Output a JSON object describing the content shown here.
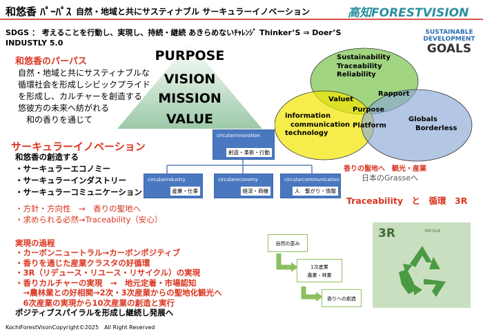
{
  "header": {
    "title": "和悠香 ﾊﾟｰﾊﾟｽ",
    "subtitle": "自然・地域と共にサスティナブル サーキュラーイノベーション",
    "brand": "高知FORESTVISION"
  },
  "sdgs": {
    "line1": "SDGS ： 考えることを行動し、実現し、持続・継続 あきらめないﾁｬﾚﾝｼﾞ Thinker’S ⇒ Doer’S",
    "line2": "INDUSTLY 5.0",
    "logo_line1": "SUSTAINABLE",
    "logo_line2": "DEVELOPMENT",
    "logo_goals": "GOALS"
  },
  "purpose_section": {
    "heading": "和悠香のパーパス",
    "lines": [
      "自然・地域と共にサスティナブルな",
      "循環社会を形成しシビックプライド",
      "を形成し、カルチャーを創造する",
      "悠彼方の未来へ紡がれる",
      "　和の香りを通じて"
    ]
  },
  "pyramid": {
    "levels": [
      "PURPOSE",
      "VISION",
      "MISSION",
      "VALUE"
    ]
  },
  "innovation": {
    "heading": "サーキュラーイノベーション",
    "subheading": "和悠香の創造する",
    "items": [
      "・サーキュラーエコノミー",
      "・サーキュラーインダストリー",
      "・サーキュラーコミュニケーション"
    ]
  },
  "policy": {
    "lines": [
      "・方針・方向性　→　香りの聖地へ",
      "・求められる必然→Traceability（安心）"
    ]
  },
  "process": {
    "heading": "実現の過程",
    "lines": [
      {
        "text": "・カーボンニュートラル→カーボンポジティブ",
        "red": true
      },
      {
        "text": "・香りを通じた産業クラスタの好循環",
        "red": true
      },
      {
        "text": "・3R（リデュース・リユース・リサイクル）の実現",
        "red": true
      },
      {
        "text": "・香りカルチャーの実現　→　地元定着・市場認知",
        "red": true
      },
      {
        "text": "　→農林業との好相関→2次・3次産業からの聖地化観光へ",
        "red": true
      },
      {
        "text": "　6次産業の実現から10次産業の創造と実行",
        "red": true
      },
      {
        "text": "ポジティブスパイラルを形成し継続し発展へ",
        "red": false
      }
    ]
  },
  "org_chart": {
    "root": {
      "label": "circularinnovation",
      "tag": "創造・革新・行動"
    },
    "children": [
      {
        "label": "circularindustry",
        "tag": "産業・仕事"
      },
      {
        "label": "circulareconomy",
        "tag": "経済・商機"
      },
      {
        "label": "circularcommunication",
        "tag": "人　繋がり・情報"
      }
    ]
  },
  "venn": {
    "top": [
      "Sustainability",
      "Traceability",
      "Reliability"
    ],
    "left": [
      "information",
      "communication",
      "technology"
    ],
    "right": [
      "Globals",
      "Borderless"
    ],
    "valuet": "Valuet",
    "rapport": "Rapport",
    "purpose": "Purpose",
    "platform": "Platform",
    "colors": {
      "top": "#6fbf3f",
      "left": "#f2e600",
      "right": "#8aa9d6"
    }
  },
  "sanctuary": {
    "line1": "香りの聖地へ　観光・産業",
    "line2": "日本のGrasseへ"
  },
  "traceability": "Traceability　と　循環　3R",
  "flow": {
    "steps": [
      "自然の恵み",
      "1次産業",
      "農業・林業",
      "香りへの創造"
    ]
  },
  "recycle": {
    "label": "3R",
    "badge": "RECYCLE"
  },
  "footer": {
    "copyright": "KochiForestVisonCopyright©2025　All Right Reserved"
  }
}
